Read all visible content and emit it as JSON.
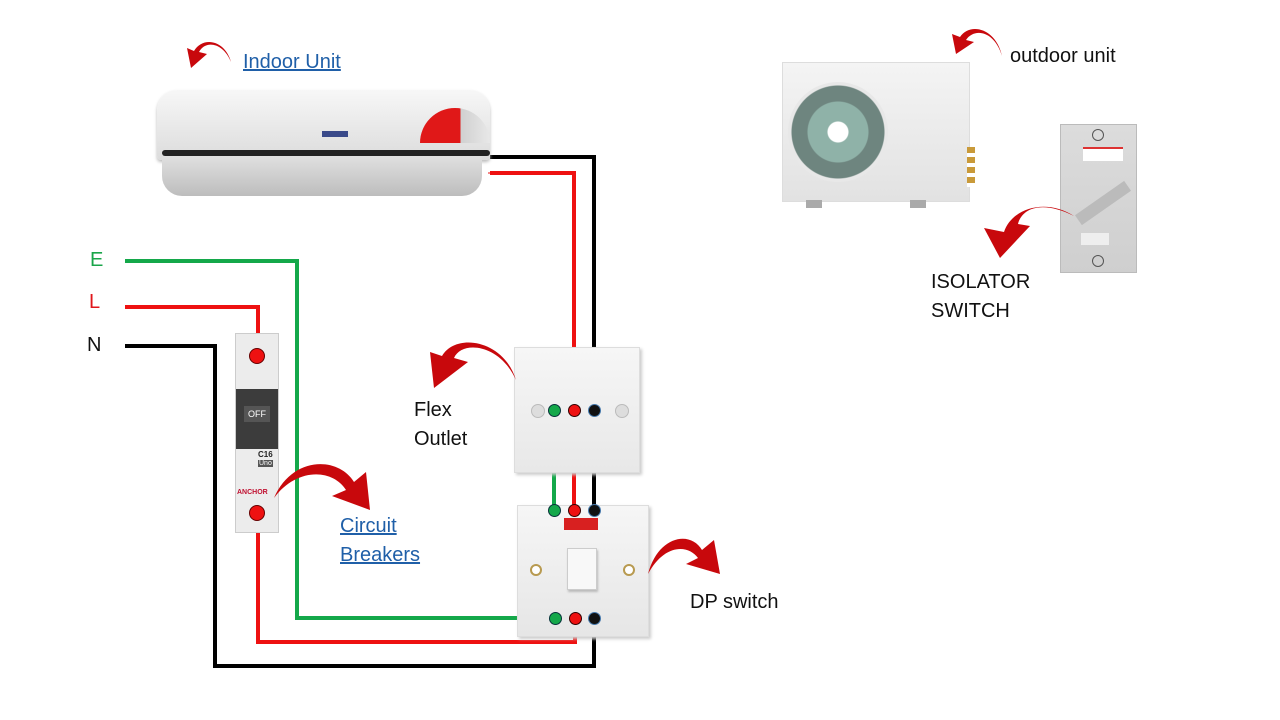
{
  "diagram": {
    "title": "Split AC wiring diagram",
    "labels": {
      "indoor_unit": "Indoor Unit",
      "outdoor_unit": "outdoor unit",
      "isolator_line1": "ISOLATOR",
      "isolator_line2": "SWITCH",
      "flex_line1": "Flex",
      "flex_line2": "Outlet",
      "circuit_line1": "Circuit",
      "circuit_line2": "Breakers",
      "dp_switch": "DP switch"
    },
    "supply": [
      {
        "id": "E",
        "label": "E",
        "color": "#1aa54a"
      },
      {
        "id": "L",
        "label": "L",
        "color": "#e0161b"
      },
      {
        "id": "N",
        "label": "N",
        "color": "#111111"
      }
    ],
    "breaker": {
      "state": "OFF",
      "rating": "C16",
      "series": "Uno",
      "brand": "ANCHOR"
    },
    "colors": {
      "earth": "#14a84a",
      "live": "#ee1111",
      "neutral": "#000000",
      "arrow": "#c8080c",
      "link": "#1f5fa8"
    }
  }
}
